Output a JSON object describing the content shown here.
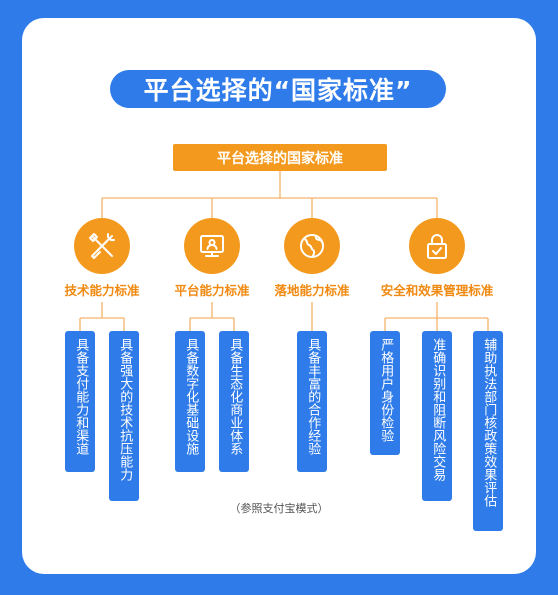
{
  "title": "平台选择的“国家标准”",
  "root": "平台选择的国家标准",
  "categories": [
    {
      "label": "技术能力标准",
      "icon": "tools-icon",
      "items": [
        "具备支付能力和渠道",
        "具备强大的技术抗压能力"
      ]
    },
    {
      "label": "平台能力标准",
      "icon": "monitor-icon",
      "items": [
        "具备数字化基础设施",
        "具备生态化商业体系"
      ]
    },
    {
      "label": "落地能力标准",
      "icon": "globe-icon",
      "items": [
        "具备丰富的合作经验"
      ]
    },
    {
      "label": "安全和效果管理标准",
      "icon": "lock-icon",
      "items": [
        "严格用户身份检验",
        "准确识别和阻断风险交易",
        "辅助执法部门核政策效果评估"
      ]
    }
  ],
  "footnote": "（参照支付宝模式）",
  "colors": {
    "background": "#2e7be9",
    "orange": "#f39a1e",
    "label_orange": "#f08a12",
    "line": "#f3b36a"
  }
}
